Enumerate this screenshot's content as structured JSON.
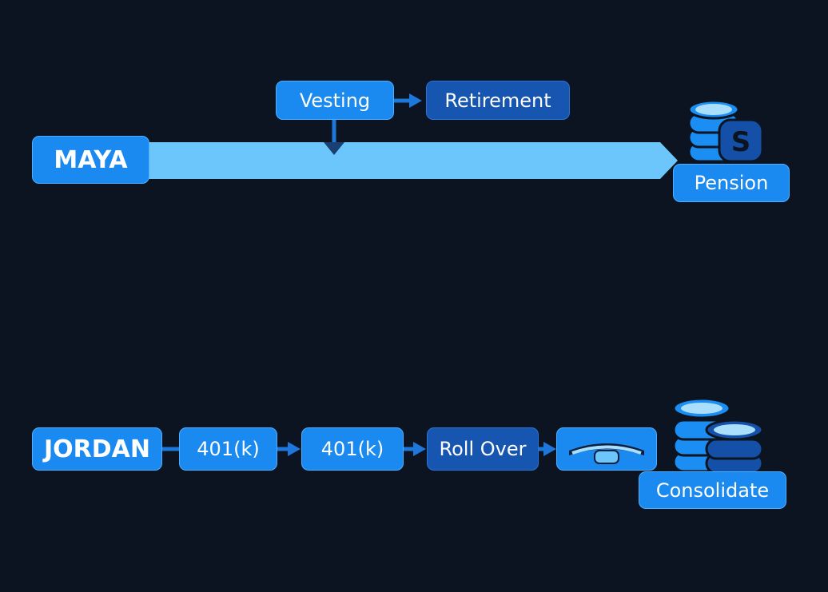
{
  "colors": {
    "background": "#0b1420",
    "node_bright": "#1a8af0",
    "node_dark": "#1655b0",
    "timeline_bar": "#6cc6fc",
    "arrow": "#1e78dc",
    "coin_light": "#1a8ef2",
    "coin_dark": "#1450a8"
  },
  "maya": {
    "name": "MAYA",
    "steps": [
      "Vesting",
      "Retirement"
    ],
    "end_label": "Pension",
    "end_icon": "coin-stack-dollar-icon"
  },
  "jordan": {
    "name": "JORDAN",
    "steps": [
      "401(k)",
      "401(k)",
      "Roll Over"
    ],
    "phone_icon": "telephone-handset-icon",
    "end_label": "Consolidate",
    "end_icon": "coin-stacks-icon"
  }
}
